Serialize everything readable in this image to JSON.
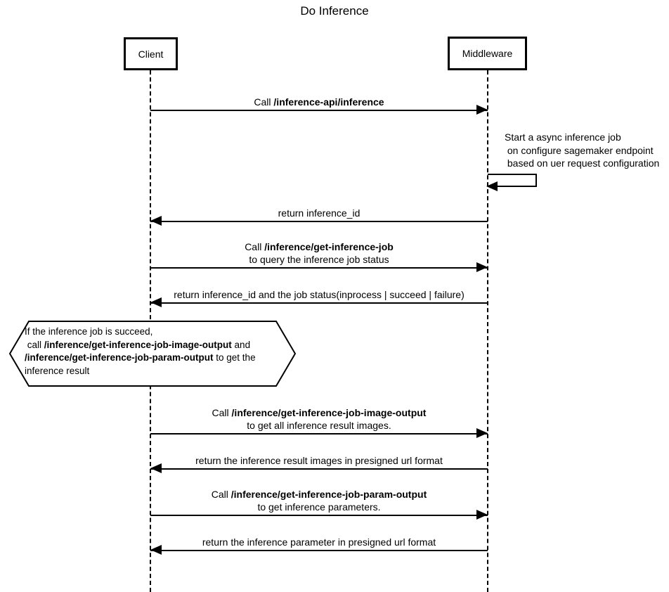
{
  "diagram": {
    "title": "Do Inference",
    "type": "sequence-diagram"
  },
  "colors": {
    "line": "#000000",
    "background": "#ffffff",
    "note_fill": "#ffffff"
  },
  "actors": {
    "client": "Client",
    "middleware": "Middleware"
  },
  "messages": [
    {
      "name": "call-inference-api",
      "from": "Client",
      "to": "Middleware",
      "line1_pre": "Call ",
      "line1_bold": "/inference-api/inference"
    },
    {
      "name": "return-inference-id",
      "from": "Middleware",
      "to": "Client",
      "line1_pre": "return inference_id"
    },
    {
      "name": "call-get-inference-job",
      "from": "Client",
      "to": "Middleware",
      "line1_pre": "Call ",
      "line1_bold": "/inference/get-inference-job",
      "line2": "to query the inference job status"
    },
    {
      "name": "return-job-status",
      "from": "Middleware",
      "to": "Client",
      "line1_pre": "return inference_id and the job status(inprocess | succeed | failure)"
    },
    {
      "name": "call-get-image-output",
      "from": "Client",
      "to": "Middleware",
      "line1_pre": "Call ",
      "line1_bold": "/inference/get-inference-job-image-output",
      "line2": "to get all inference result images."
    },
    {
      "name": "return-result-images",
      "from": "Middleware",
      "to": "Client",
      "line1_pre": "return the inference result images in presigned url format"
    },
    {
      "name": "call-get-param-output",
      "from": "Client",
      "to": "Middleware",
      "line1_pre": "Call ",
      "line1_bold": "/inference/get-inference-job-param-output",
      "line2": "to get inference parameters."
    },
    {
      "name": "return-parameter",
      "from": "Middleware",
      "to": "Client",
      "line1_pre": "return the inference parameter in presigned url format"
    }
  ],
  "self_note": {
    "actor": "Middleware",
    "line1": "Start a async inference job",
    "line2": " on configure sagemaker endpoint",
    "line3": " based on uer request configuration"
  },
  "condition_note": {
    "line1": "If the inference job is succeed,",
    "line2_pre": " call ",
    "line2_bold": "/inference/get-inference-job-image-output",
    "line2_post": " and",
    "line3_bold": "/inference/get-inference-job-param-output",
    "line3_post": " to get the",
    "line4": "inference result"
  }
}
